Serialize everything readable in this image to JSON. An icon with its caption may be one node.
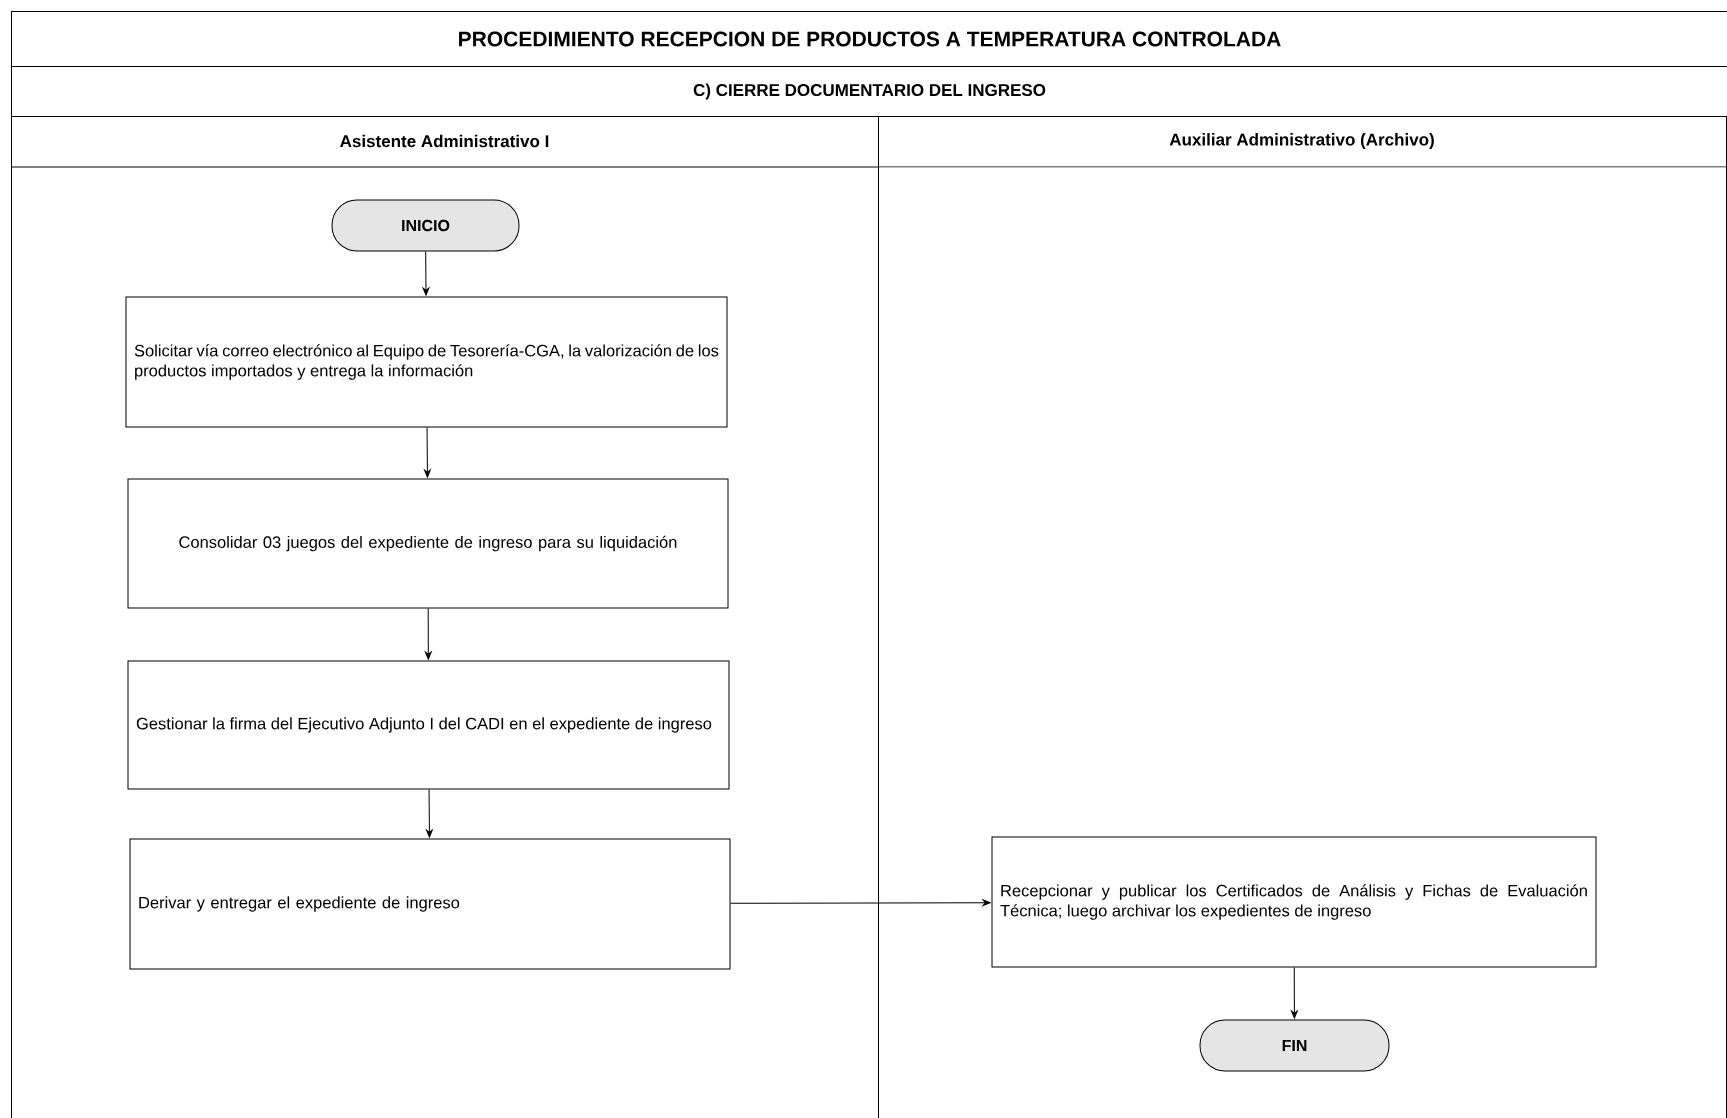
{
  "diagram": {
    "title": "PROCEDIMIENTO RECEPCION DE PRODUCTOS A TEMPERATURA CONTROLADA",
    "nodes": [
      {
        "text": [
          "Asistente  Administrativo I"
        ]
      },
      {
        "text": [
          "Auxiliar Administrativo (Archivo)"
        ]
      },
      {
        "text": [
          "INICIO"
        ],
        "in": 0
      },
      {
        "text": [
          "Solicitar vía correo electrónico al Equipo de Tesorería-CGA, la valorización de los productos importados y entrega la información"
        ],
        "in": 0
      },
      {
        "text": [
          "Consolidar 03 juegos del expediente de ingreso para su liquidación"
        ],
        "in": 0
      },
      {
        "text": [
          "Gestionar la firma del Ejecutivo Adjunto I del CADI en el expediente de ingreso"
        ],
        "in": 0
      },
      {
        "text": [
          "Derivar y entregar el expediente de ingreso"
        ],
        "in": 0
      },
      {
        "text": [
          "Recepcionar y publicar los Certificados de Análisis y Fichas de Evaluación Técnica; luego archivar los expedientes de ingreso"
        ],
        "in": 1
      },
      {
        "text": [
          "FIN"
        ],
        "in": 1
      }
    ],
    "edges": [
      {
        "from": 2,
        "to": 3,
        "arrow": "to"
      },
      {
        "from": 3,
        "to": 4,
        "arrow": "to"
      },
      {
        "from": 4,
        "to": 5,
        "arrow": "to"
      },
      {
        "from": 5,
        "to": 6,
        "arrow": "to"
      },
      {
        "from": 6,
        "to": 7,
        "arrow": "to"
      },
      {
        "from": 7,
        "to": 8,
        "arrow": "to"
      }
    ],
    "labels": [
      "C) CIERRE DOCUMENTARIO DEL INGRESO"
    ]
  }
}
